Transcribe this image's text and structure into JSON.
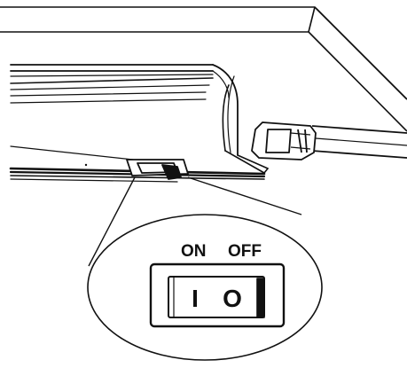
{
  "switch": {
    "on_label": "ON",
    "off_label": "OFF",
    "on_symbol": "I",
    "off_symbol": "O"
  },
  "colors": {
    "line": "#111111",
    "background": "#ffffff"
  }
}
